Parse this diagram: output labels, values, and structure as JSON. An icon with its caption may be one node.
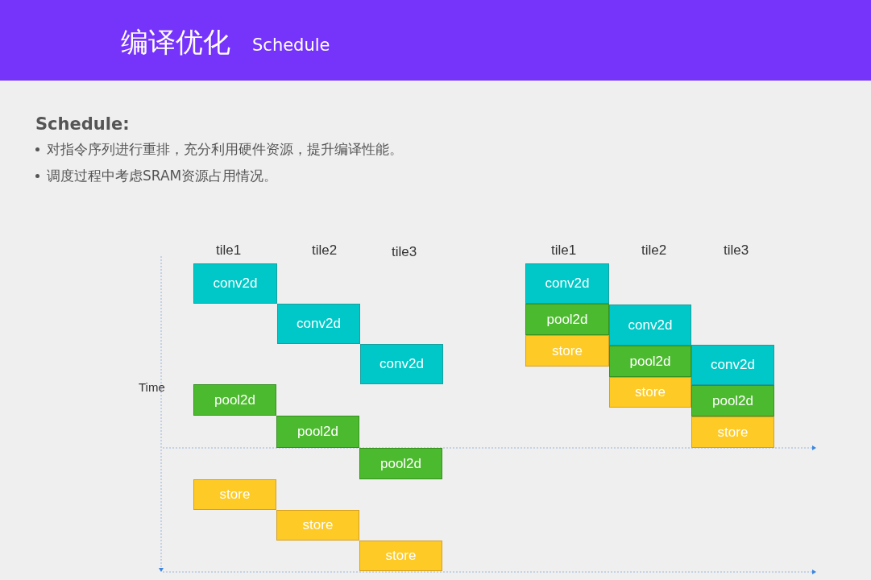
{
  "diagram": {
    "title": "编译优化",
    "nodes": [
      {
        "text": [
          "conv2d"
        ]
      },
      {
        "text": [
          "conv2d"
        ]
      },
      {
        "text": [
          "conv2d"
        ]
      },
      {
        "text": [
          "pool2d"
        ]
      },
      {
        "text": [
          "pool2d"
        ]
      },
      {
        "text": [
          "pool2d"
        ]
      },
      {
        "text": [
          "store"
        ]
      },
      {
        "text": [
          "store"
        ]
      },
      {
        "text": [
          "store"
        ]
      },
      {
        "text": [
          "conv2d"
        ]
      },
      {
        "text": [
          "pool2d"
        ]
      },
      {
        "text": [
          "store"
        ]
      },
      {
        "text": [
          "conv2d"
        ]
      },
      {
        "text": [
          "pool2d"
        ]
      },
      {
        "text": [
          "store"
        ]
      },
      {
        "text": [
          "conv2d"
        ]
      },
      {
        "text": [
          "pool2d"
        ]
      },
      {
        "text": [
          "store"
        ]
      }
    ],
    "labels": [
      "Schedule",
      "Schedule:",
      "对指令序列进行重排，充分利用硬件资源，提升编译性能。",
      "调度过程中考虑SRAM资源占用情况。",
      "tile1",
      "tile2",
      "tile3",
      "tile1",
      "tile2",
      "tile3",
      "Time"
    ]
  }
}
